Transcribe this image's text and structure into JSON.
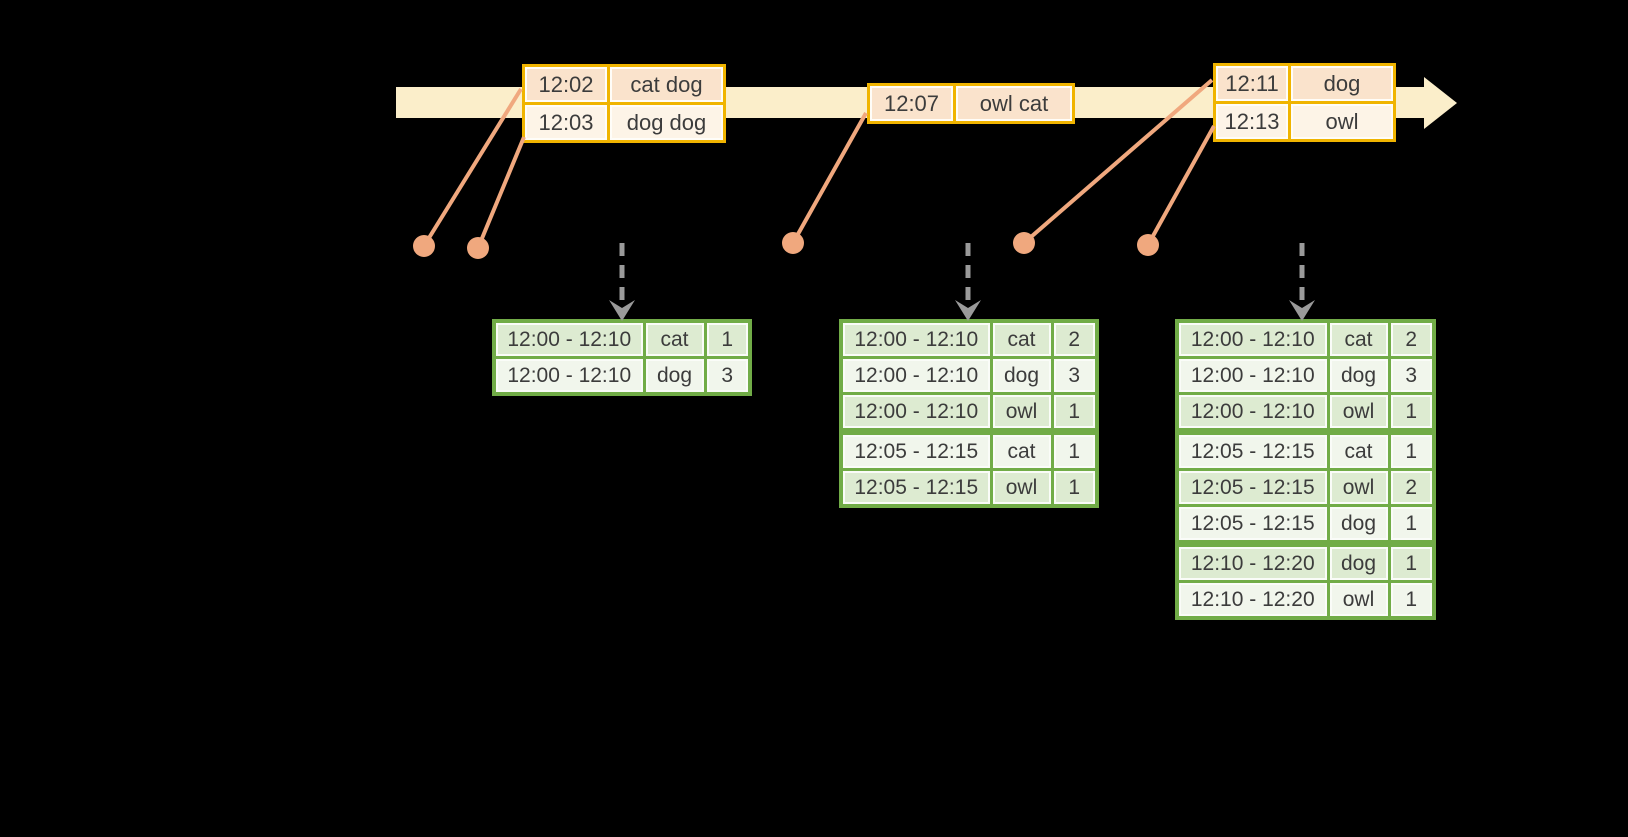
{
  "colors": {
    "background": "#000000",
    "timeline_fill": "#FBEECA",
    "event_table_border": "#F0B400",
    "event_row_fill_dark": "#FAE3CC",
    "event_row_fill_light": "#FDF4E7",
    "event_marker_orange": "#F0A87E",
    "result_table_border": "#71AC47",
    "result_row_fill_dark": "#DDEBD1",
    "result_row_fill_light": "#F1F6EC",
    "trigger_arrow_gray": "#9A9A9A",
    "text": "#3C3C3C"
  },
  "icons": {
    "timeline_arrow": "right-arrow",
    "event_marker": "filled-circle",
    "trigger_arrow": "dashed-down-arrow"
  },
  "event_tables": [
    {
      "rows": [
        {
          "time": "12:02",
          "words": "cat dog"
        },
        {
          "time": "12:03",
          "words": "dog dog"
        }
      ]
    },
    {
      "rows": [
        {
          "time": "12:07",
          "words": "owl cat"
        }
      ]
    },
    {
      "rows": [
        {
          "time": "12:11",
          "words": "dog"
        },
        {
          "time": "12:13",
          "words": "owl"
        }
      ]
    }
  ],
  "result_tables": [
    {
      "rows": [
        {
          "window": "12:00 - 12:10",
          "word": "cat",
          "count": "1"
        },
        {
          "window": "12:00 - 12:10",
          "word": "dog",
          "count": "3"
        }
      ]
    },
    {
      "rows": [
        {
          "window": "12:00 - 12:10",
          "word": "cat",
          "count": "2"
        },
        {
          "window": "12:00 - 12:10",
          "word": "dog",
          "count": "3"
        },
        {
          "window": "12:00 - 12:10",
          "word": "owl",
          "count": "1"
        },
        {
          "window": "12:05 - 12:15",
          "word": "cat",
          "count": "1"
        },
        {
          "window": "12:05 - 12:15",
          "word": "owl",
          "count": "1"
        }
      ]
    },
    {
      "rows": [
        {
          "window": "12:00 - 12:10",
          "word": "cat",
          "count": "2"
        },
        {
          "window": "12:00 - 12:10",
          "word": "dog",
          "count": "3"
        },
        {
          "window": "12:00 - 12:10",
          "word": "owl",
          "count": "1"
        },
        {
          "window": "12:05 - 12:15",
          "word": "cat",
          "count": "1"
        },
        {
          "window": "12:05 - 12:15",
          "word": "owl",
          "count": "2"
        },
        {
          "window": "12:05 - 12:15",
          "word": "dog",
          "count": "1"
        },
        {
          "window": "12:10 - 12:20",
          "word": "dog",
          "count": "1"
        },
        {
          "window": "12:10 - 12:20",
          "word": "owl",
          "count": "1"
        }
      ]
    }
  ]
}
